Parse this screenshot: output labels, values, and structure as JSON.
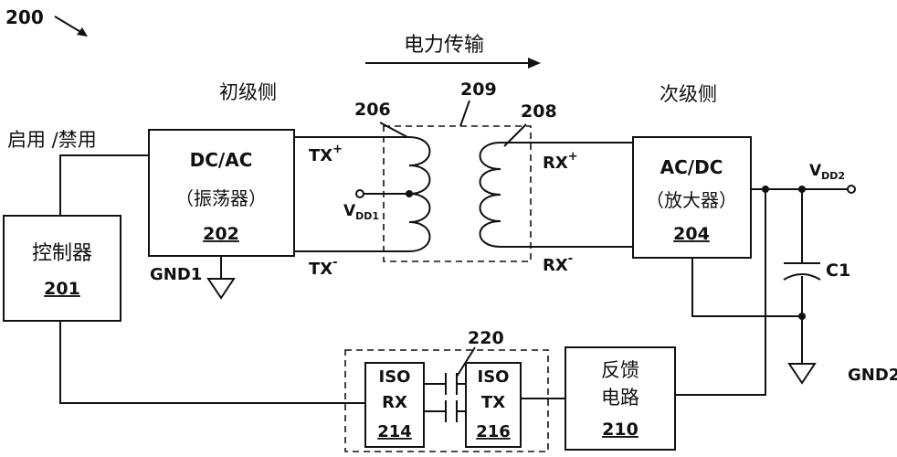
{
  "figure_number": "200",
  "power_transfer": "电力传输",
  "primary_side": "初级侧",
  "secondary_side": "次级侧",
  "enable_disable": "启用 /禁用",
  "controller": {
    "label": "控制器",
    "ref": "201"
  },
  "dcac": {
    "line1": "DC/AC",
    "line2": "（振荡器）",
    "ref": "202"
  },
  "acdc": {
    "line1": "AC/DC",
    "line2": "（放大器）",
    "ref": "204"
  },
  "feedback": {
    "line1": "反馈",
    "line2": "电路",
    "ref": "210"
  },
  "iso_rx": {
    "line1": "ISO",
    "line2": "RX",
    "ref": "214"
  },
  "iso_tx": {
    "line1": "ISO",
    "line2": "TX",
    "ref": "216"
  },
  "refs": {
    "primary_coil": "206",
    "secondary_coil": "208",
    "transformer": "209",
    "isolator": "220"
  },
  "signals": {
    "tx_pos": "TX",
    "tx_pos_sup": "+",
    "tx_neg": "TX",
    "tx_neg_sup": "-",
    "rx_pos": "RX",
    "rx_pos_sup": "+",
    "rx_neg": "RX",
    "rx_neg_sup": "-"
  },
  "vdd1": {
    "base": "V",
    "sub": "DD1"
  },
  "vdd2": {
    "base": "V",
    "sub": "DD2"
  },
  "gnd1": "GND1",
  "gnd2": "GND2",
  "capacitor": "C1"
}
